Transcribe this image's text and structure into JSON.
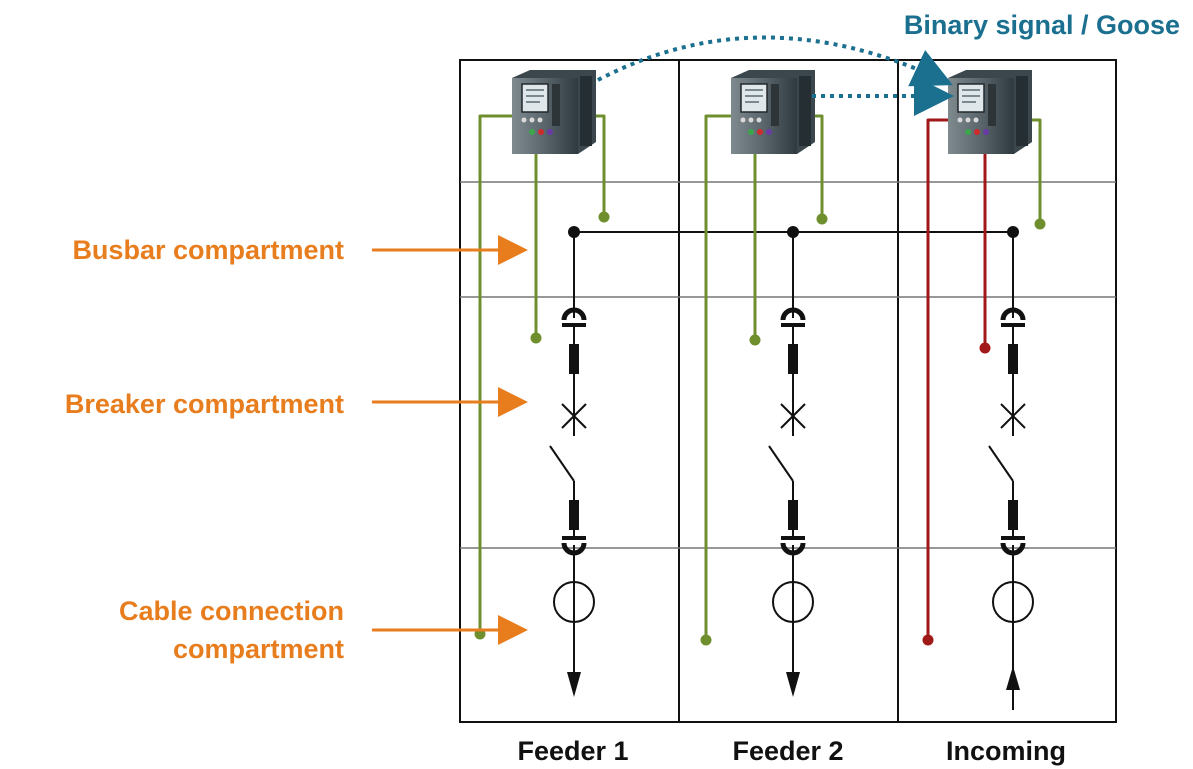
{
  "signal_label": "Binary signal / Goose",
  "compartments": {
    "busbar": "Busbar compartment",
    "breaker": "Breaker compartment",
    "cable_line1": "Cable connection",
    "cable_line2": "compartment"
  },
  "columns": [
    "Feeder 1",
    "Feeder 2",
    "Incoming"
  ],
  "colors": {
    "label_orange": "#e87d1e",
    "signal_teal": "#1b6f8f",
    "wire_green": "#6f8f2f",
    "wire_red": "#a01818",
    "frame": "#111111",
    "divider": "#777777"
  },
  "icons": [
    "protection-relay-icon",
    "disconnector-icon",
    "circuit-breaker-icon",
    "current-transformer-icon",
    "arrow-icon"
  ]
}
